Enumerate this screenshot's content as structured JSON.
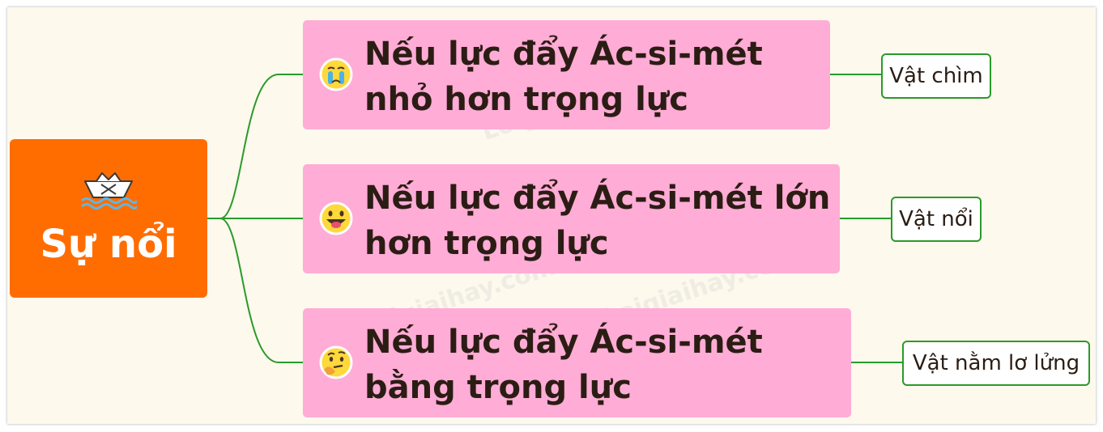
{
  "root": {
    "label": "Sự nổi",
    "icon": "paper-boat-icon"
  },
  "branches": [
    {
      "topic_line1": "Nếu lực đẩy Ác-si-mét",
      "topic_line2": "nhỏ hơn trọng lực",
      "emoji": "crying-face-icon",
      "result": "Vật chìm"
    },
    {
      "topic_line1": "Nếu lực đẩy Ác-si-mét lớn",
      "topic_line2": "hơn trọng lực",
      "emoji": "grinning-tongue-face-icon",
      "result": "Vật nổi"
    },
    {
      "topic_line1": "Nếu lực đẩy Ác-si-mét",
      "topic_line2": "bằng trọng lực",
      "emoji": "thinking-face-icon",
      "result": "Vật nằm lơ lửng"
    }
  ],
  "colors": {
    "root": "#ff6d00",
    "topic": "#ffacd6",
    "connector": "#2a9a2a",
    "background": "#fdf9ed"
  },
  "watermark": "Loigiaihay.com"
}
